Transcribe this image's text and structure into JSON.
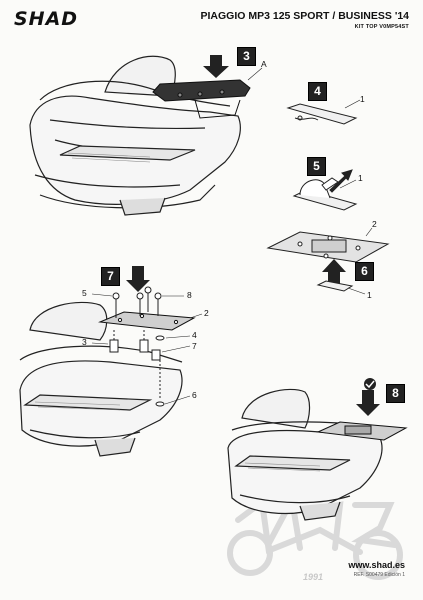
{
  "header": {
    "brand": "SHAD",
    "title": "PIAGGIO MP3 125 SPORT / BUSINESS '14",
    "subtitle": "KIT TOP V0MP54ST"
  },
  "steps": {
    "s3": "3",
    "s4": "4",
    "s5": "5",
    "s6": "6",
    "s7": "7",
    "s8": "8"
  },
  "callouts": {
    "a": "A",
    "s4_part": "1",
    "s5_part": "1",
    "s6_plate": "2",
    "s6_bracket": "1",
    "s7_bolt": "5",
    "s7_washer": "8",
    "s7_plate": "2",
    "s7_spacer": "3",
    "s7_nut": "4",
    "s7_spacer2": "7",
    "s7_lower": "6"
  },
  "footer": {
    "url": "www.shad.es",
    "ref": "REF. S00479 Edición 1"
  },
  "watermark": {
    "year": "1991"
  }
}
